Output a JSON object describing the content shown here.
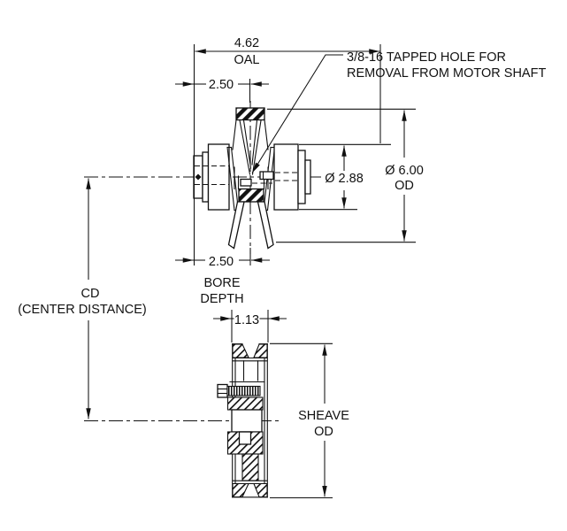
{
  "drawing": {
    "top_view": {
      "oal": {
        "value": "4.62",
        "label": "OAL"
      },
      "hub_length": "2.50",
      "note_line1": "3/8-16 TAPPED HOLE FOR",
      "note_line2": "REMOVAL FROM MOTOR SHAFT",
      "hub_diameter": "Ø 2.88",
      "outer_diameter": {
        "value": "Ø 6.00",
        "label": "OD"
      },
      "bore_depth": {
        "value": "2.50",
        "label1": "BORE",
        "label2": "DEPTH"
      }
    },
    "center_distance": {
      "label": "CD",
      "sub": "(CENTER DISTANCE)"
    },
    "bottom_view": {
      "width": "1.13",
      "sheave_od": {
        "label1": "SHEAVE",
        "label2": "OD"
      }
    },
    "colors": {
      "line": "#111111",
      "background": "#ffffff"
    }
  }
}
